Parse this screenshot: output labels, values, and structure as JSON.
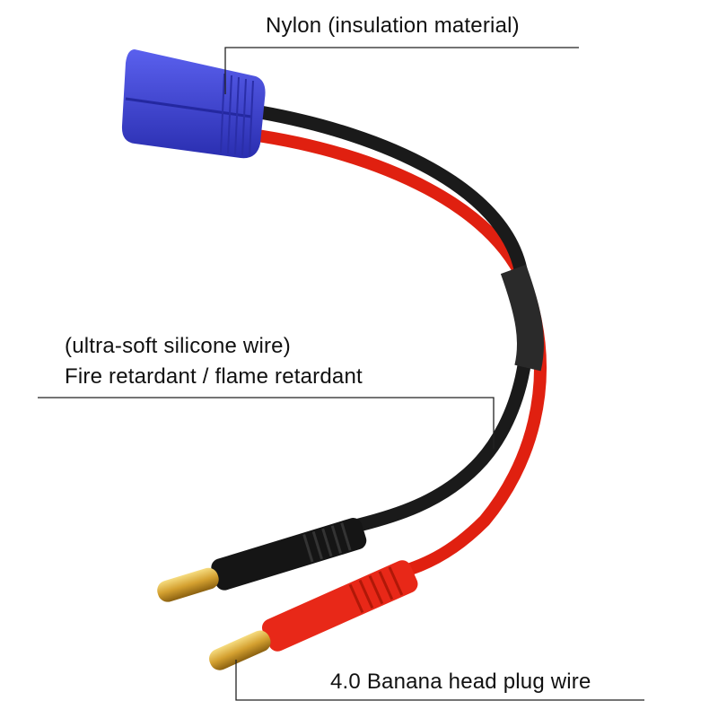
{
  "callouts": {
    "insulation": "Nylon (insulation material)",
    "wire_line1": "(ultra-soft silicone wire)",
    "wire_line2": "Fire retardant / flame retardant",
    "plug": "4.0 Banana head plug wire"
  },
  "colors": {
    "connector": "#3a3fd0",
    "black_wire": "#1a1a1a",
    "red_wire": "#e02010",
    "gold_pin": "#d8a838",
    "callout_line": "#222222"
  }
}
